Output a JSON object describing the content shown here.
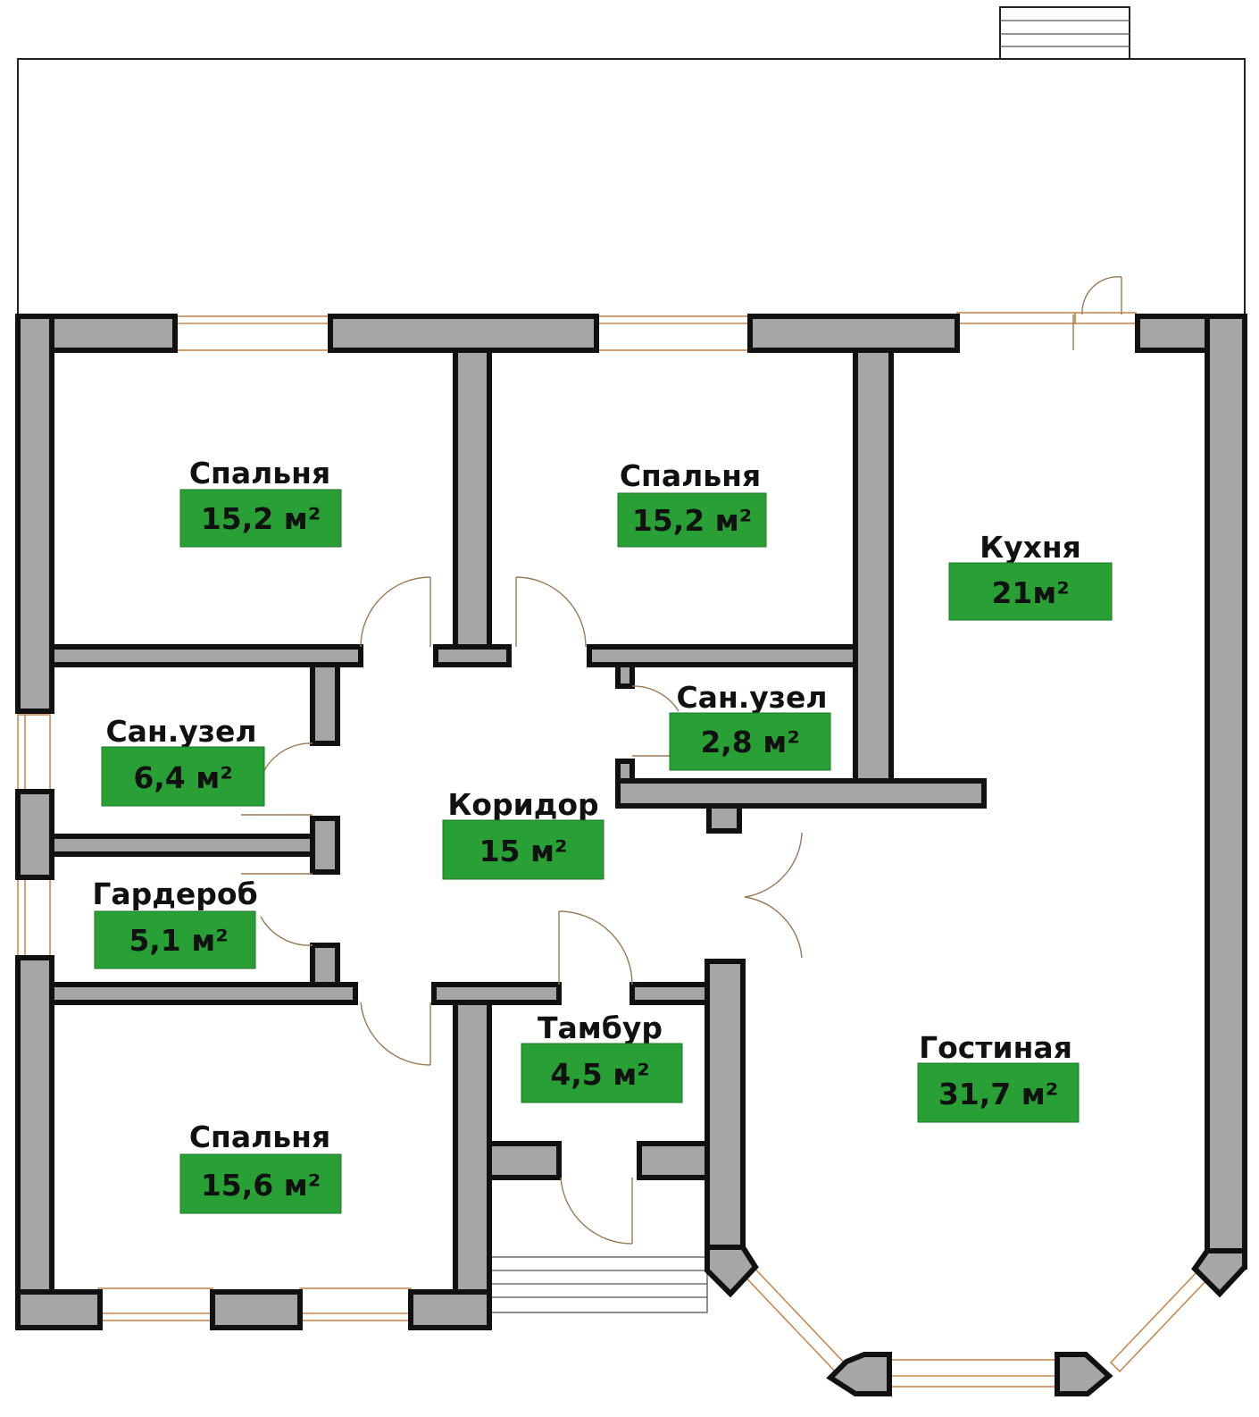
{
  "colors": {
    "wall_fill": "#a6a6a6",
    "wall_stroke": "#111111",
    "badge": "#28a035",
    "window": "#c98a4f",
    "door": "#9a7a55"
  },
  "rooms": {
    "bedroom_1": {
      "name": "Спальня",
      "area": "15,2 м²"
    },
    "bedroom_2": {
      "name": "Спальня",
      "area": "15,2 м²"
    },
    "kitchen": {
      "name": "Кухня",
      "area": "21м²"
    },
    "bathroom_1": {
      "name": "Сан.узел",
      "area": "6,4 м²"
    },
    "bathroom_2": {
      "name": "Сан.узел",
      "area": "2,8 м²"
    },
    "corridor": {
      "name": "Коридор",
      "area": "15 м²"
    },
    "wardrobe": {
      "name": "Гардероб",
      "area": "5,1 м²"
    },
    "vestibule": {
      "name": "Тамбур",
      "area": "4,5 м²"
    },
    "living_room": {
      "name": "Гостиная",
      "area": "31,7 м²"
    },
    "bedroom_3": {
      "name": "Спальня",
      "area": "15,6 м²"
    }
  }
}
